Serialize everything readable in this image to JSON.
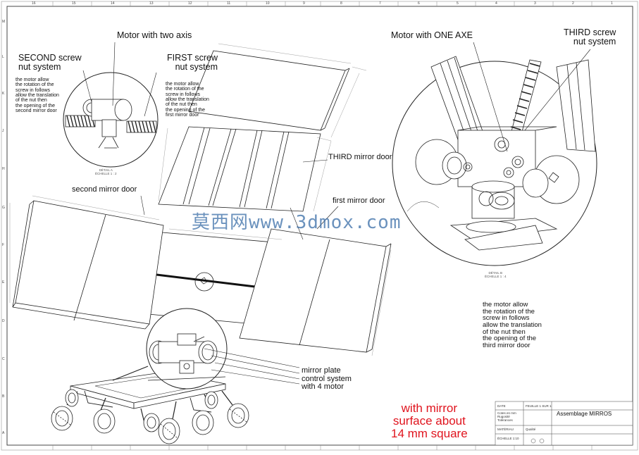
{
  "labels": {
    "motor_two_axis": "Motor with two axis",
    "second_screw_title": "SECOND screw\nnut system",
    "second_screw_desc": "the motor allow\nthe rotation of the\nscrew in follows\nallow the translation\nof the nut then\nthe opening of the\nsecond mirror door",
    "first_screw_title": "FIRST screw\nnut system",
    "first_screw_desc": "the motor allow\nthe rotation of the\nscrew in follows\nallow the translation\nof the nut then\nthe opening of the\nfirst mirror door",
    "motor_one_axe": "Motor with ONE AXE",
    "third_screw_title": "THIRD screw\nnut system",
    "third_mirror_door": "THIRD mirror door",
    "second_mirror_door": "second mirror door",
    "first_mirror_door": "first mirror door",
    "third_desc": "the motor allow\nthe rotation of the\nscrew in follows\nallow the translation\nof the nut then\nthe opening of the\nthird mirror door",
    "mirror_plate": "mirror plate\ncontrol system\nwith 4 motor",
    "mirror_surface": "with mirror\nsurface about\n14 mm square",
    "detail_a": "DÉTAIL A\nÉCHELLE 1 : 2",
    "detail_b": "DÉTAIL B\nÉCHELLE 1 : 4",
    "watermark": "莫西网www.3dmox.com"
  },
  "title_block": {
    "title": "Assemblage MIRROS",
    "date": "DATE",
    "sheet": "FEUILLE 1 SUR 1",
    "material": "MATÉRIAU",
    "quality": "Qualité",
    "scale": "ÉCHELLE 1:10",
    "note": "Cotes en mm\nRugosité\nTolérances"
  },
  "ruler": {
    "columns": [
      "16",
      "15",
      "14",
      "13",
      "12",
      "11",
      "10",
      "9",
      "8",
      "7",
      "6",
      "5",
      "4",
      "3",
      "2",
      "1"
    ],
    "rows": [
      "M",
      "L",
      "K",
      "J",
      "H",
      "G",
      "F",
      "E",
      "D",
      "C",
      "B",
      "A"
    ]
  }
}
